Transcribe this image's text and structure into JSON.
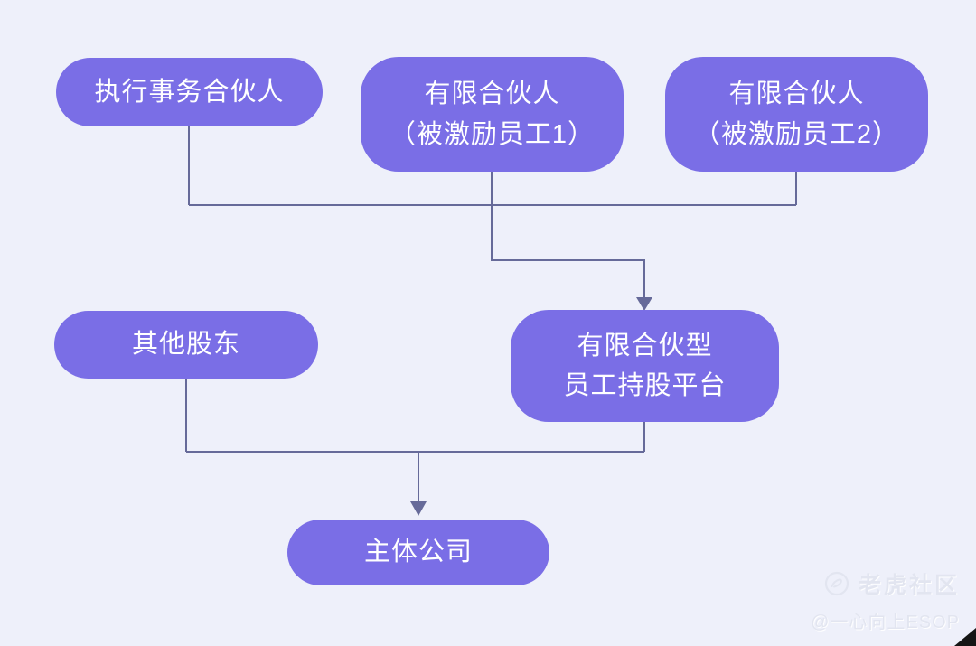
{
  "colors": {
    "background": "#eef0fa",
    "node_fill": "#7a6ee6",
    "node_text": "#ffffff",
    "connector": "#666a99",
    "watermark": "#e2e5f0",
    "corner": "#151515"
  },
  "nodes": {
    "executive_partner": {
      "label": "执行事务合伙人"
    },
    "limited_partner_1": {
      "label": "有限合伙人\n（被激励员工1）"
    },
    "limited_partner_2": {
      "label": "有限合伙人\n（被激励员工2）"
    },
    "other_shareholders": {
      "label": "其他股东"
    },
    "esop_platform": {
      "label": "有限合伙型\n员工持股平台"
    },
    "main_company": {
      "label": "主体公司"
    }
  },
  "edges": [
    {
      "from": [
        "executive_partner",
        "limited_partner_1",
        "limited_partner_2"
      ],
      "to": "esop_platform",
      "arrow": true
    },
    {
      "from": [
        "other_shareholders",
        "esop_platform"
      ],
      "to": "main_company",
      "arrow": true
    }
  ],
  "watermark": {
    "brand": "老虎社区",
    "handle": "@一心向上ESOP",
    "icon": "tiger-logo-icon"
  }
}
